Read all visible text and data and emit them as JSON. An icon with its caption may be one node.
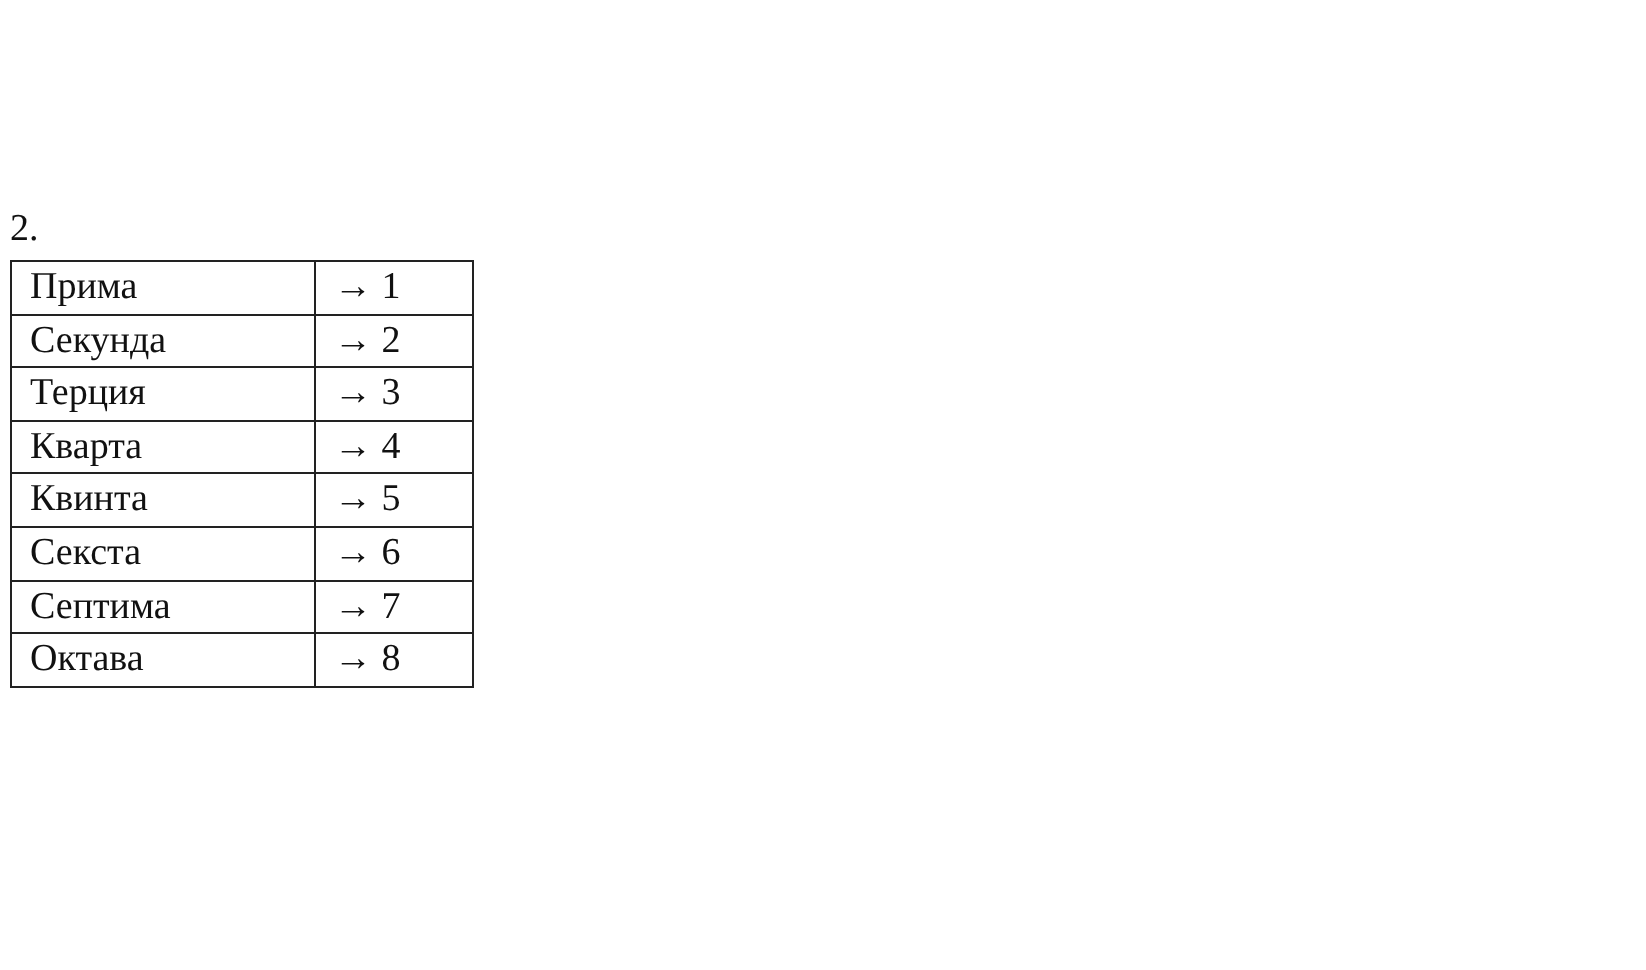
{
  "diagram": {
    "labels": [
      "2.",
      "Прима",
      "→ 1",
      "Секунда",
      "→ 2",
      "Терция",
      "→ 3",
      "Кварта",
      "→ 4",
      "Квинта",
      "→ 5",
      "Секста",
      "→ 6",
      "Септима",
      "→ 7",
      "Октава",
      "→ 8"
    ]
  }
}
